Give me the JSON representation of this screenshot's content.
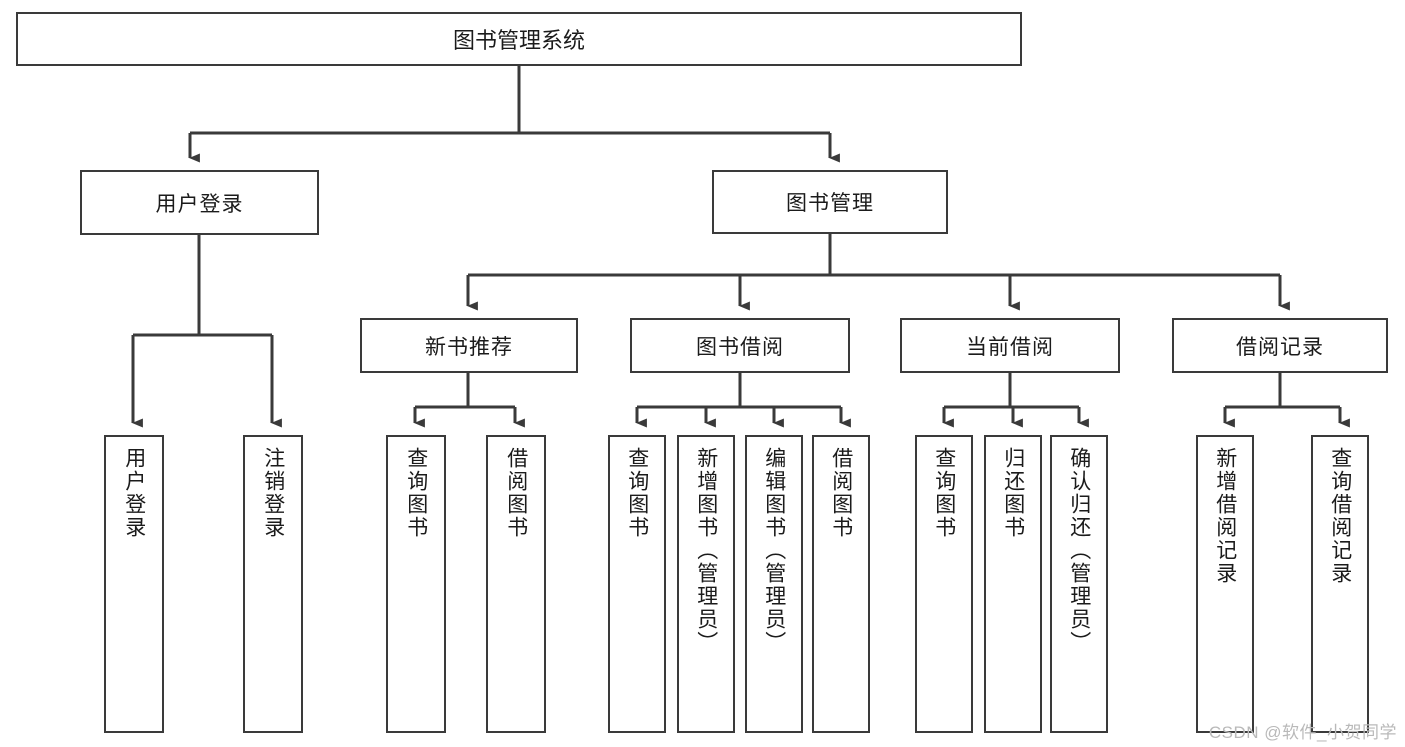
{
  "diagram": {
    "title": "图书管理系统",
    "type": "tree-hierarchy",
    "watermark": "CSDN @软件_小贺同学",
    "colors": {
      "border": "#3a3a3a",
      "background": "#ffffff",
      "text": "#1b1b1b",
      "watermark": "#b9b9b9"
    },
    "root": {
      "label": "图书管理系统"
    },
    "level2": [
      {
        "label": "用户登录"
      },
      {
        "label": "图书管理"
      }
    ],
    "level3": [
      {
        "label": "新书推荐"
      },
      {
        "label": "图书借阅"
      },
      {
        "label": "当前借阅"
      },
      {
        "label": "借阅记录"
      }
    ],
    "leaves": {
      "user_login": [
        {
          "label": "用户登录"
        },
        {
          "label": "注销登录"
        }
      ],
      "new_book_recommend": [
        {
          "label": "查询图书"
        },
        {
          "label": "借阅图书"
        }
      ],
      "book_borrow": [
        {
          "label": "查询图书"
        },
        {
          "label": "新增图书（管理员）"
        },
        {
          "label": "编辑图书（管理员）"
        },
        {
          "label": "借阅图书"
        }
      ],
      "current_borrow": [
        {
          "label": "查询图书"
        },
        {
          "label": "归还图书"
        },
        {
          "label": "确认归还（管理员）"
        }
      ],
      "borrow_record": [
        {
          "label": "新增借阅记录"
        },
        {
          "label": "查询借阅记录"
        }
      ]
    }
  }
}
